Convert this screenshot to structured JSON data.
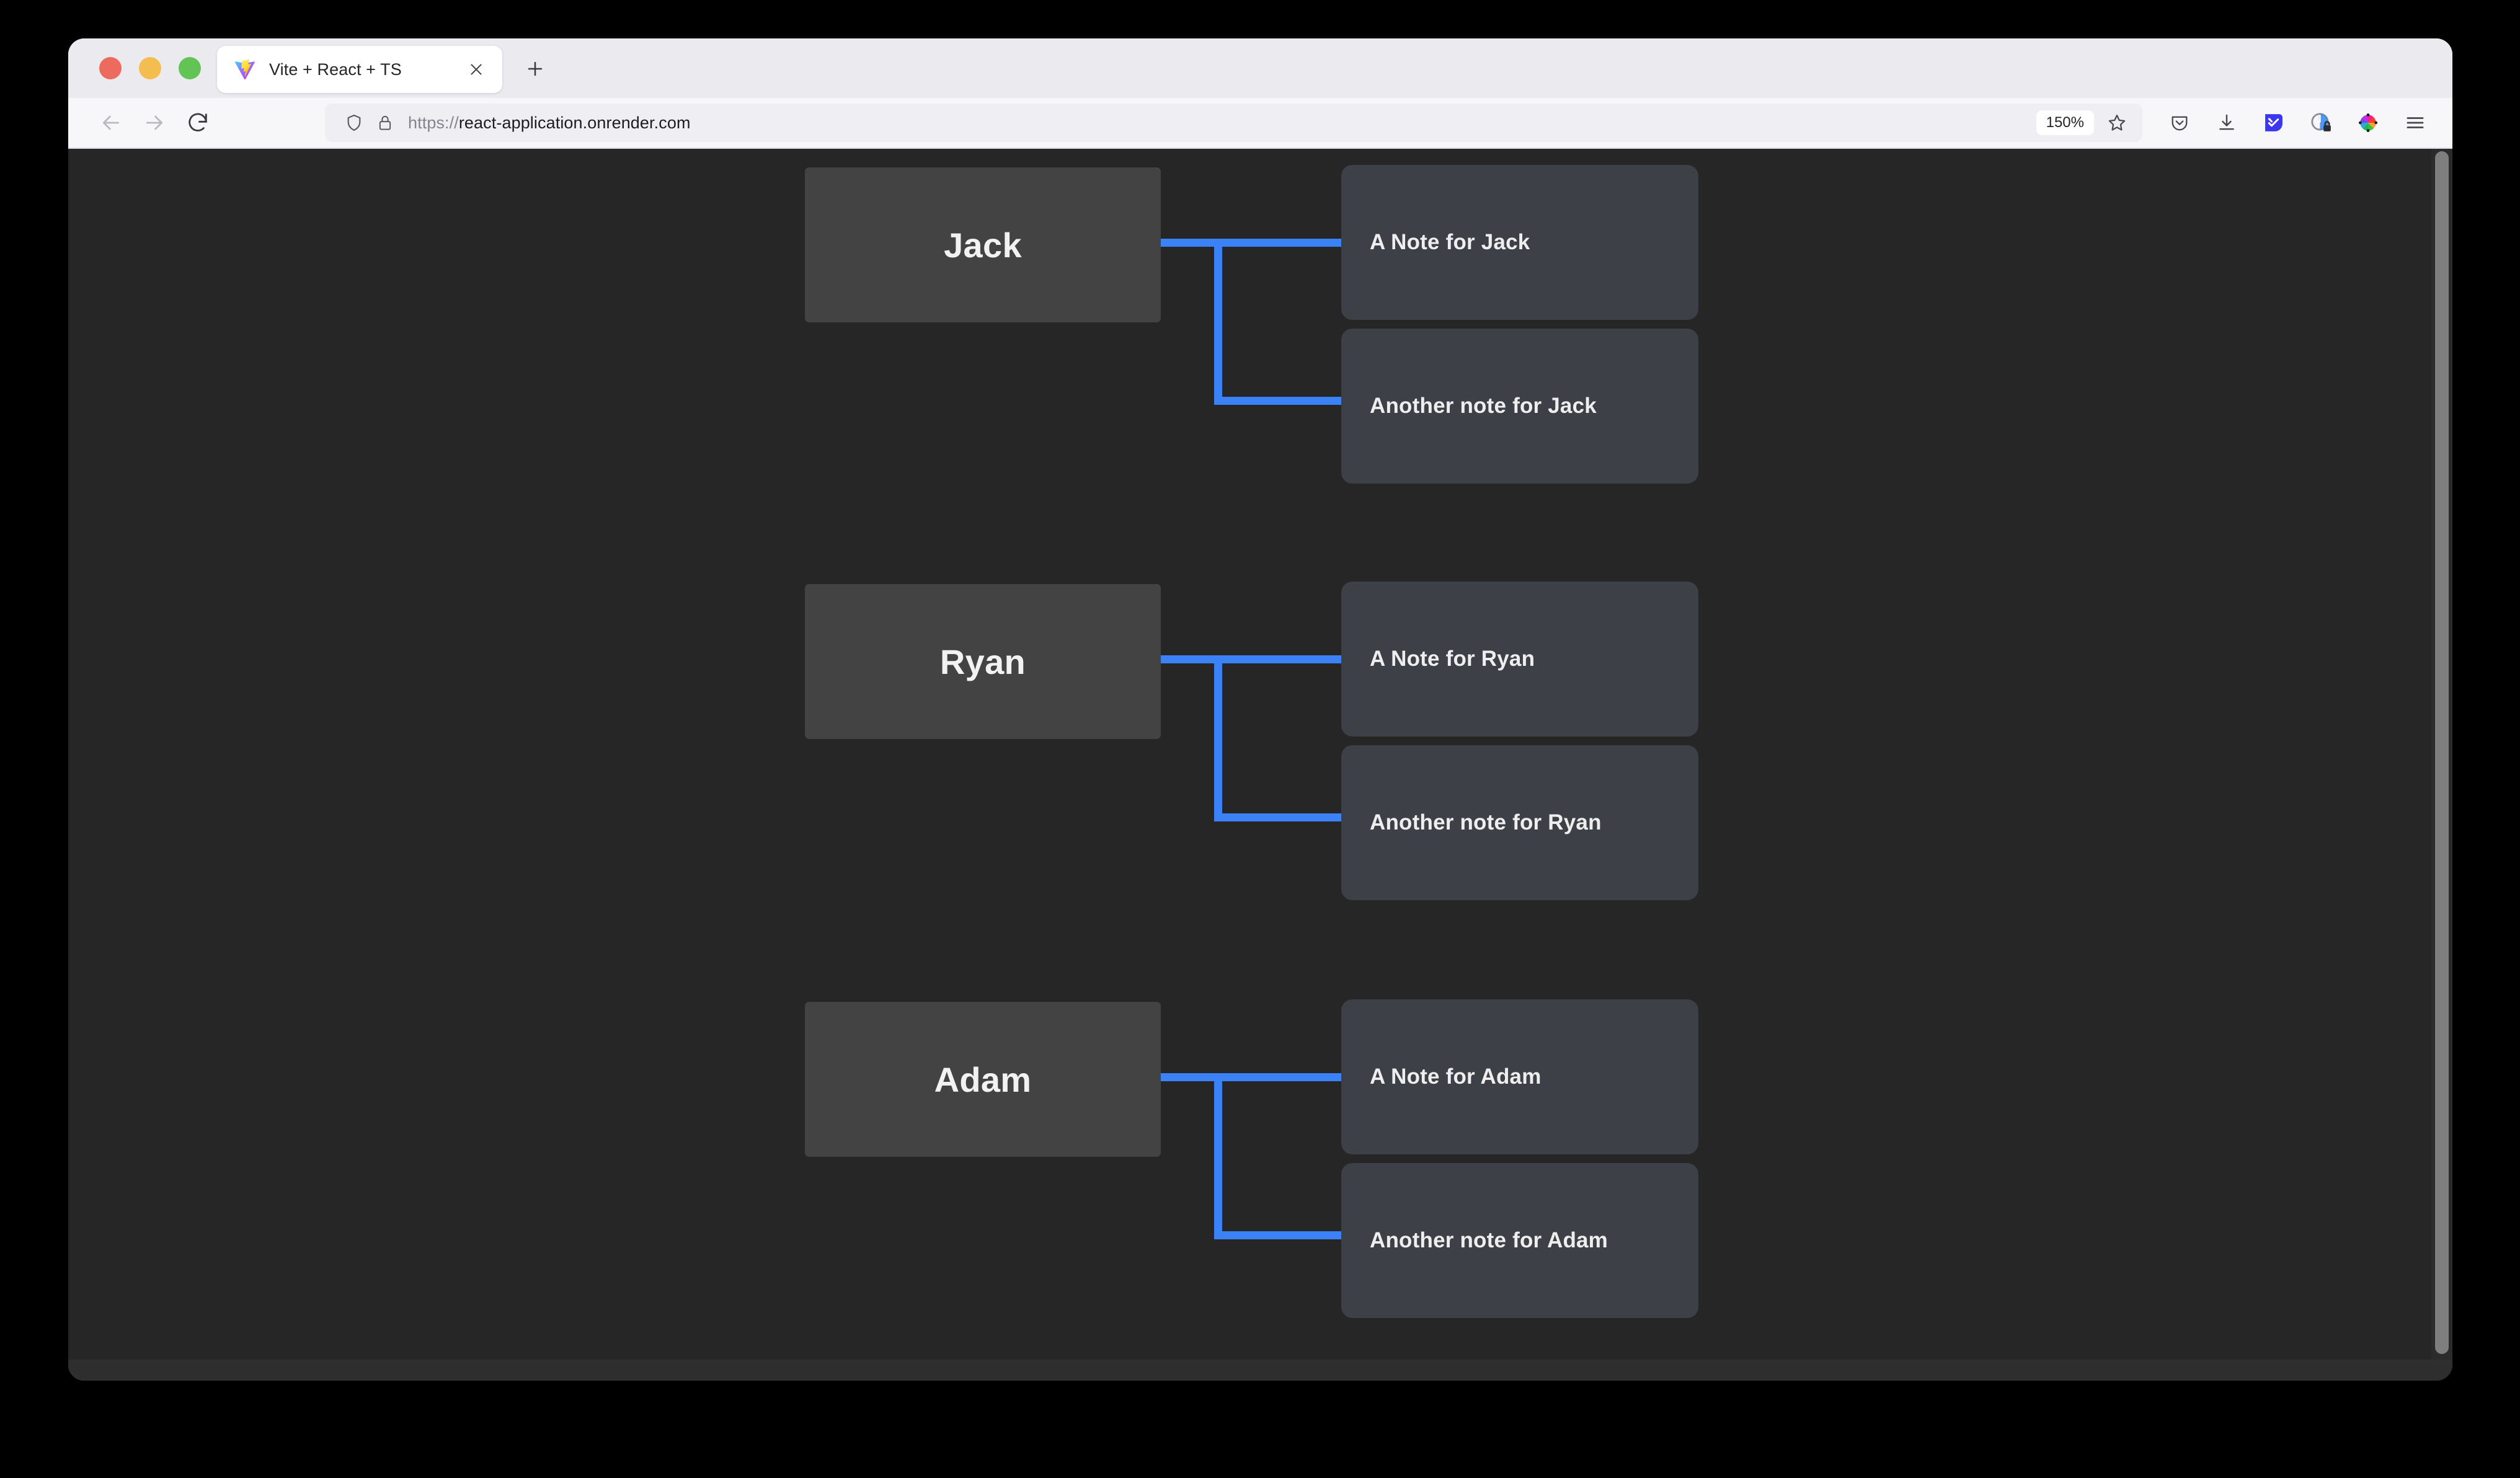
{
  "window": {
    "traffic_lights": [
      {
        "name": "close",
        "color": "#ed6a5e"
      },
      {
        "name": "minimize",
        "color": "#f4bd4f"
      },
      {
        "name": "maximize",
        "color": "#61c454"
      }
    ]
  },
  "tab_bar": {
    "active_tab": {
      "title": "Vite + React + TS",
      "favicon": "vite-logo-icon",
      "close_label": "×"
    },
    "new_tab_label": "+"
  },
  "toolbar": {
    "back": {
      "icon": "back-arrow-icon",
      "enabled": false
    },
    "forward": {
      "icon": "forward-arrow-icon",
      "enabled": false
    },
    "reload": {
      "icon": "reload-icon",
      "enabled": true
    },
    "url": {
      "scheme": "https://",
      "host": "react-application.onrender.com",
      "full": "https://react-application.onrender.com",
      "shield_icon": "tracking-protection-shield-icon",
      "lock_icon": "padlock-icon"
    },
    "zoom_level": "150%",
    "bookmark_icon": "star-icon",
    "right_icons": [
      {
        "name": "pocket-icon"
      },
      {
        "name": "downloads-icon"
      },
      {
        "name": "extension-blue-icon"
      },
      {
        "name": "extension-privacy-lock-icon"
      },
      {
        "name": "extension-color-wheel-icon"
      },
      {
        "name": "app-menu-hamburger-icon"
      }
    ]
  },
  "page": {
    "background_color": "#262626",
    "person_card_color": "#434343",
    "note_card_color": "#3e4047",
    "connector_color": "#3b82f6",
    "groups": [
      {
        "person": "Jack",
        "notes": [
          "A Note for Jack",
          "Another note for Jack"
        ]
      },
      {
        "person": "Ryan",
        "notes": [
          "A Note for Ryan",
          "Another note for Ryan"
        ]
      },
      {
        "person": "Adam",
        "notes": [
          "A Note for Adam",
          "Another note for Adam"
        ]
      }
    ]
  }
}
